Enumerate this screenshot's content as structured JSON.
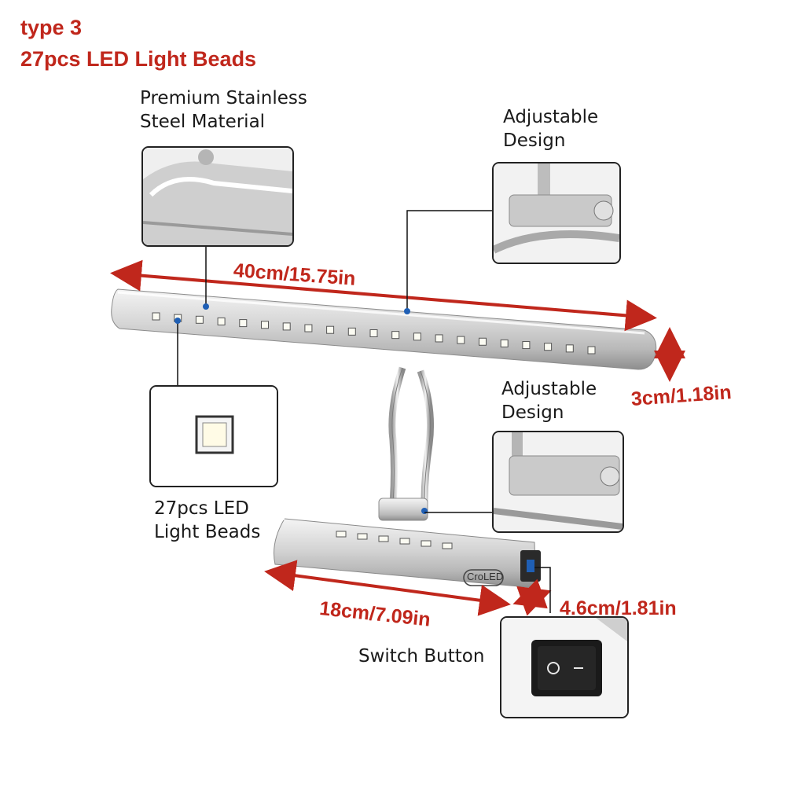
{
  "header": {
    "type_label": "type 3",
    "beads_label": "27pcs LED Light Beads"
  },
  "callouts": {
    "material": [
      "Premium Stainless",
      "Steel Material"
    ],
    "adjustable_top": [
      "Adjustable",
      "Design"
    ],
    "adjustable_bottom": [
      "Adjustable",
      "Design"
    ],
    "led_beads": [
      "27pcs LED",
      "Light Beads"
    ],
    "switch": "Switch Button"
  },
  "dimensions": {
    "length_top": "40cm/15.75in",
    "height_top": "3cm/1.18in",
    "length_bottom": "18cm/7.09in",
    "height_bottom": "4.6cm/1.81in"
  },
  "brand": "CroLED",
  "colors": {
    "accent": "#c0271c",
    "marker": "#1f5fb5"
  }
}
